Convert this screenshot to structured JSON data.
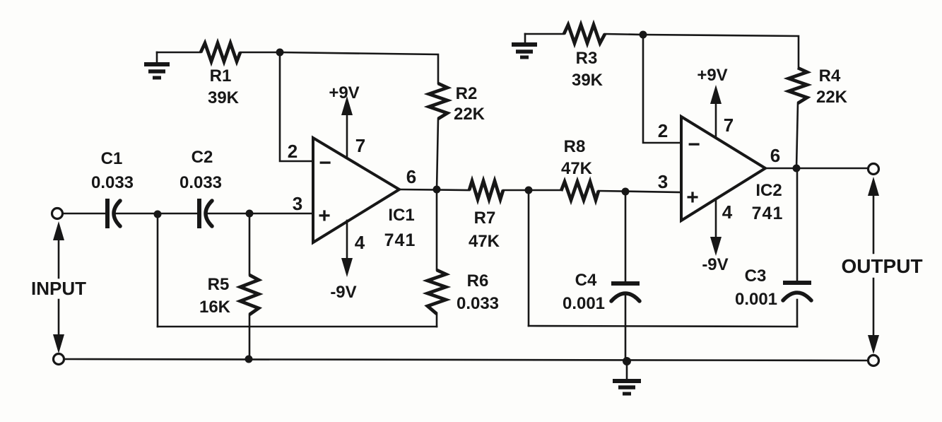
{
  "diagram": {
    "kind": "two-stage 741 op-amp active filter schematic"
  },
  "terminals": {
    "input": "INPUT",
    "output": "OUTPUT"
  },
  "components": {
    "R1": {
      "ref": "R1",
      "value": "39K"
    },
    "R2": {
      "ref": "R2",
      "value": "22K"
    },
    "R3": {
      "ref": "R3",
      "value": "39K"
    },
    "R4": {
      "ref": "R4",
      "value": "22K"
    },
    "R5": {
      "ref": "R5",
      "value": "16K"
    },
    "R6": {
      "ref": "R6",
      "value": "0.033"
    },
    "R7": {
      "ref": "R7",
      "value": "47K"
    },
    "R8": {
      "ref": "R8",
      "value": "47K"
    },
    "C1": {
      "ref": "C1",
      "value": "0.033"
    },
    "C2": {
      "ref": "C2",
      "value": "0.033"
    },
    "C3": {
      "ref": "C3",
      "value": "0.001"
    },
    "C4": {
      "ref": "C4",
      "value": "0.001"
    }
  },
  "opamps": {
    "ic1": {
      "ref": "IC1",
      "part": "741",
      "vplus": "+9V",
      "vminus": "-9V",
      "pins": {
        "inv": "2",
        "noninv": "3",
        "vminus": "4",
        "out": "6",
        "vplus": "7"
      },
      "signs": {
        "inv": "−",
        "noninv": "+"
      }
    },
    "ic2": {
      "ref": "IC2",
      "part": "741",
      "vplus": "+9V",
      "vminus": "-9V",
      "pins": {
        "inv": "2",
        "noninv": "3",
        "vminus": "4",
        "out": "6",
        "vplus": "7"
      },
      "signs": {
        "inv": "−",
        "noninv": "+"
      }
    }
  }
}
